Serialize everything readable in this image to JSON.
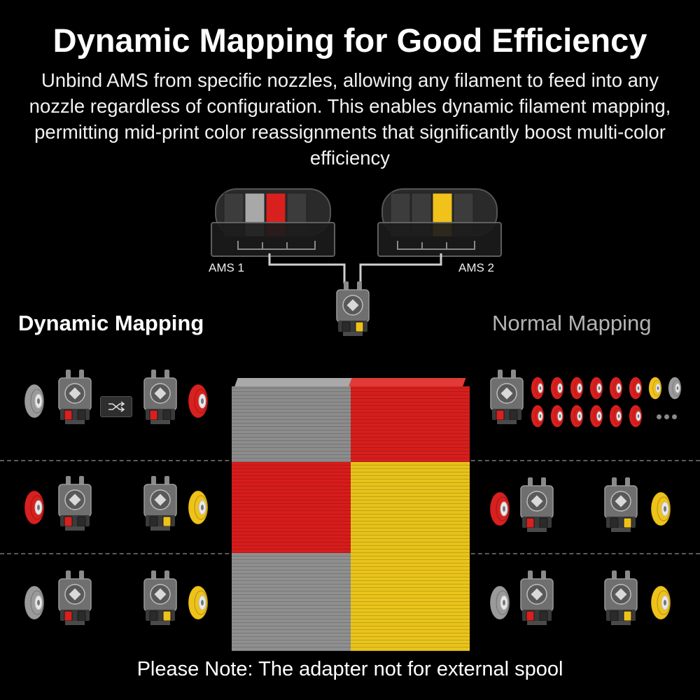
{
  "header": {
    "title": "Dynamic Mapping for Good Efficiency",
    "subtitle": "Unbind AMS from specific nozzles, allowing any filament to feed into any nozzle regardless of configuration. This enables dynamic filament mapping, permitting mid-print color reassignments that significantly boost multi-color efficiency"
  },
  "ams": {
    "left_label": "AMS 1",
    "right_label": "AMS 2",
    "left_slots": [
      "#3c3c3c",
      "#a8a8a8",
      "#d8201e",
      "#3c3c3c"
    ],
    "right_slots": [
      "#3c3c3c",
      "#3c3c3c",
      "#f0c21a",
      "#3c3c3c"
    ]
  },
  "sections": {
    "dynamic_title": "Dynamic Mapping",
    "normal_title": "Normal Mapping"
  },
  "cube_colors": {
    "top_left": "#8c8c8c",
    "top_right": "#d51f1d",
    "middle_left": "#d61c1b",
    "middle_right": "#e7c21a",
    "bottom_left": "#8f8f8f",
    "bottom_right": "#e9c41b"
  },
  "colors": {
    "gray_filament": "#9a9a9a",
    "red_filament": "#d8201e",
    "yellow_filament": "#efc21a"
  },
  "icons": [
    "spool-icon",
    "toolhead-icon",
    "swap-icon",
    "ams-unit-icon"
  ],
  "note": "Please Note: The adapter not for external spool"
}
